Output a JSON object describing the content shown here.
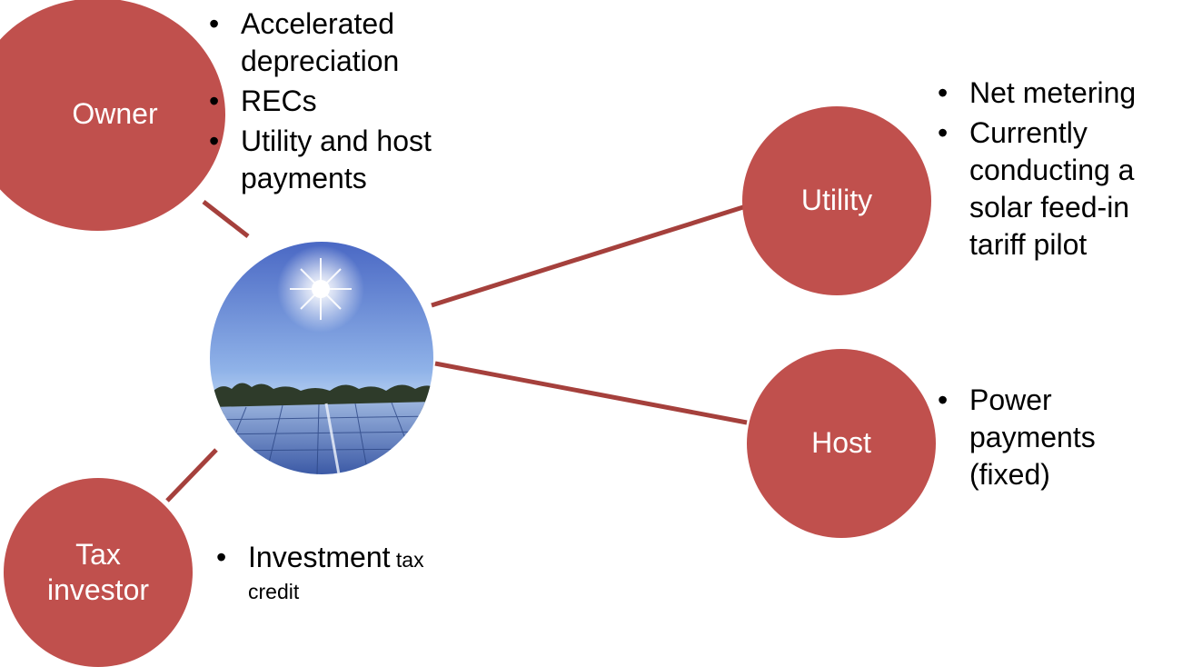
{
  "colors": {
    "node": "#c0504d",
    "connector": "#a5403c",
    "text_on_node": "#ffffff",
    "text": "#000000"
  },
  "nodes": {
    "owner": {
      "label": "Owner"
    },
    "utility": {
      "label": "Utility"
    },
    "host": {
      "label": "Host"
    },
    "tax_investor": {
      "label_line1": "Tax",
      "label_line2": "investor"
    }
  },
  "center_image": {
    "subject": "solar-panel-array-under-sun"
  },
  "bullets": {
    "owner": [
      "Accelerated depreciation",
      "RECs",
      "Utility and host payments"
    ],
    "utility": [
      "Net metering",
      "Currently conducting a solar feed-in tariff pilot"
    ],
    "host": [
      "Power payments (fixed)"
    ],
    "tax_investor": {
      "line_main": "Investment",
      "line_small_1": " tax",
      "line_small_2": "credit"
    }
  }
}
